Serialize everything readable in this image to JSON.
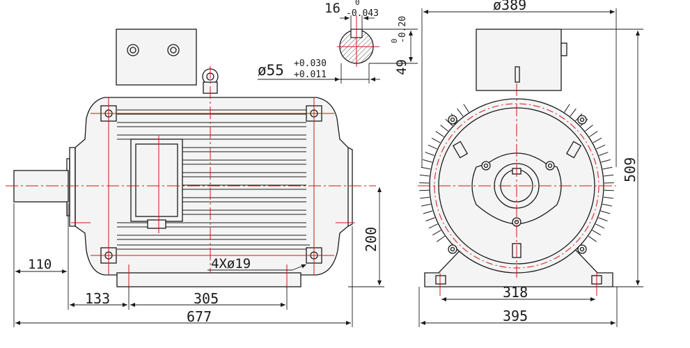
{
  "shaft_section": {
    "key_width": "16",
    "key_width_tol_upper": "0",
    "key_width_tol_lower": "-0.043",
    "key_depth": "49",
    "key_depth_tol_upper": "0",
    "key_depth_tol_lower": "-0.20",
    "shaft_dia": "ø55",
    "shaft_dia_tol_upper": "+0.030",
    "shaft_dia_tol_lower": "+0.011"
  },
  "side_view": {
    "shaft_extension": "110",
    "foot_to_shaft": "133",
    "foot_spacing": "305",
    "total_length": "677",
    "center_height": "200",
    "mount_holes": "4Xø19"
  },
  "end_view": {
    "flange_dia": "ø389",
    "total_height": "509",
    "foot_width": "318",
    "base_width": "395"
  },
  "colors": {
    "line": "#1a1a1a",
    "center_line": "#d11414"
  }
}
